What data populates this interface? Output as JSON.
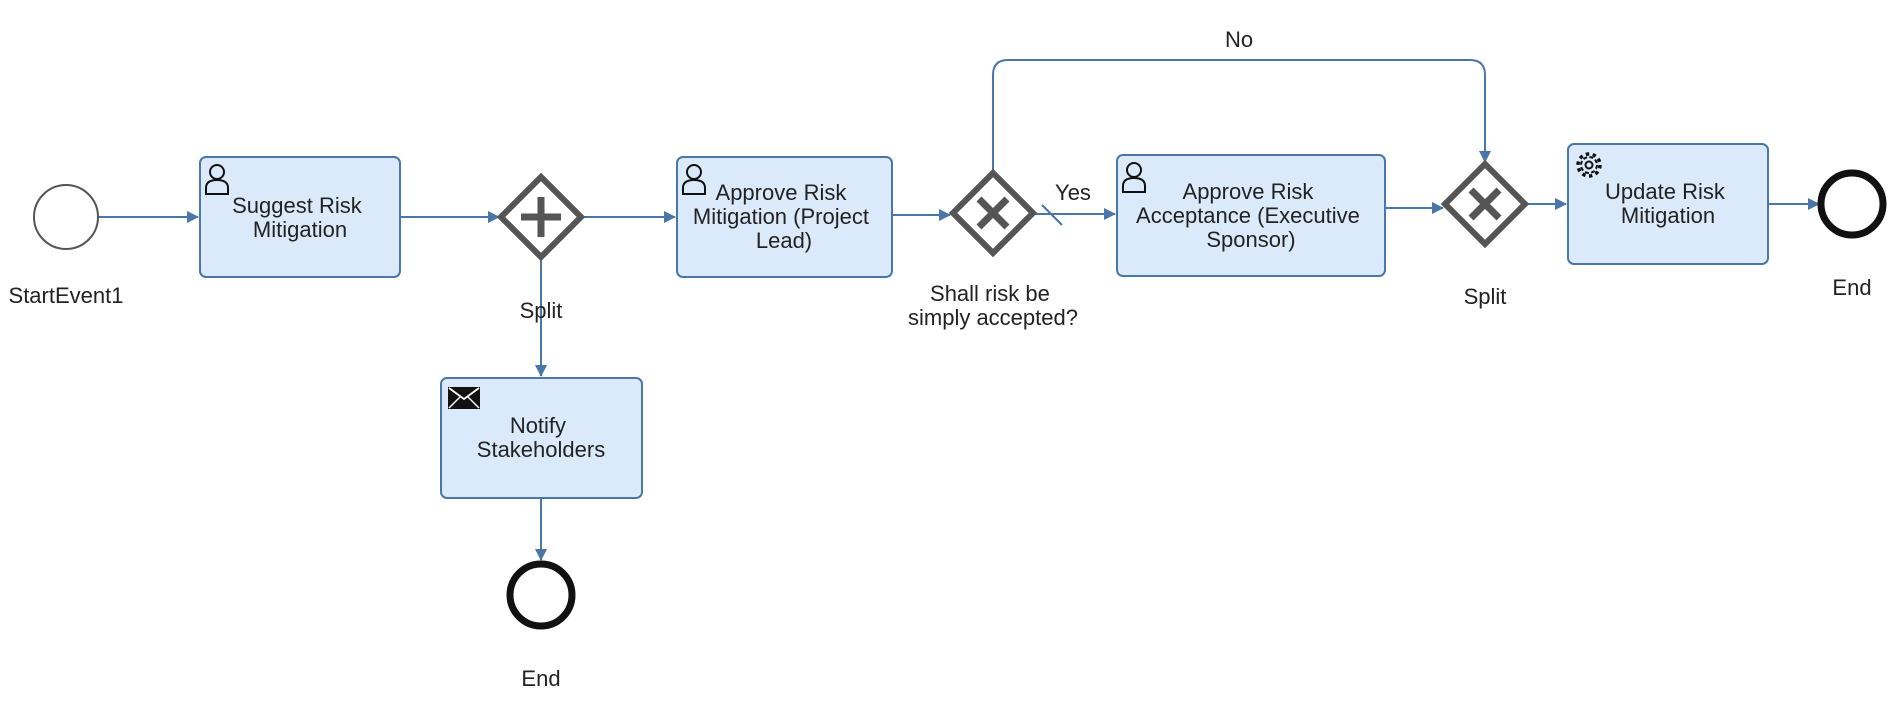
{
  "events": {
    "start": {
      "label": "StartEvent1"
    },
    "end_main": {
      "label": "End"
    },
    "end_notify": {
      "label": "End"
    }
  },
  "tasks": {
    "suggest": {
      "lines": [
        "Suggest Risk",
        "Mitigation"
      ],
      "icon": "user-icon"
    },
    "approve_mitigation": {
      "lines": [
        "Approve Risk",
        "Mitigation (Project",
        "Lead)"
      ],
      "icon": "user-icon"
    },
    "approve_acceptance": {
      "lines": [
        "Approve Risk",
        "Acceptance (Executive",
        "Sponsor)"
      ],
      "icon": "user-icon"
    },
    "update": {
      "lines": [
        "Update Risk",
        "Mitigation"
      ],
      "icon": "gear-icon"
    },
    "notify": {
      "lines": [
        "Notify",
        "Stakeholders"
      ],
      "icon": "envelope-icon"
    }
  },
  "gateways": {
    "parallel_split": {
      "label": "Split",
      "type": "parallel"
    },
    "decision": {
      "lines": [
        "Shall risk be",
        "simply accepted?"
      ],
      "type": "exclusive"
    },
    "merge": {
      "label": "Split",
      "type": "exclusive"
    }
  },
  "flows": {
    "yes_label": "Yes",
    "no_label": "No"
  },
  "colors": {
    "task_fill": "#dbeafb",
    "task_stroke": "#4a77a8",
    "flow": "#4a77a8",
    "gateway": "#555555"
  }
}
